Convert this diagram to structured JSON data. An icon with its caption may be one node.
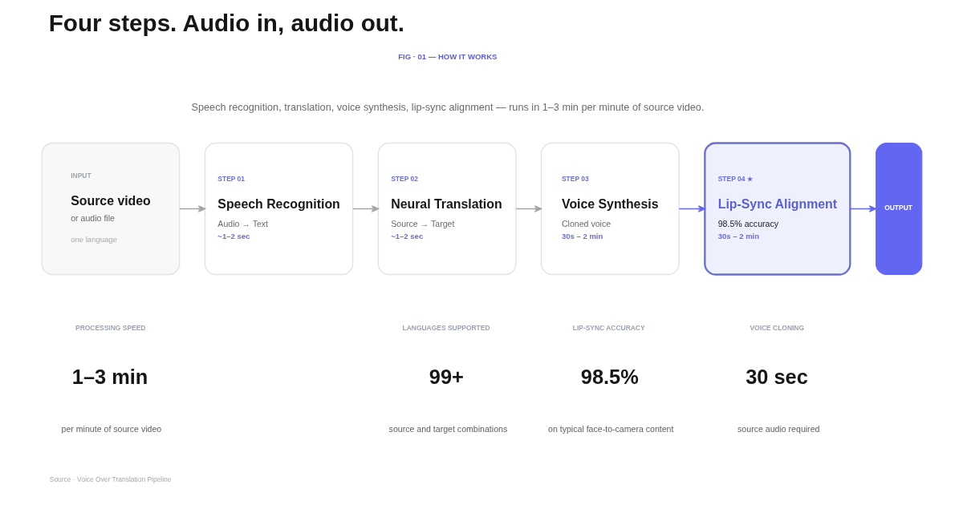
{
  "diagram": {
    "title": "Four steps. Audio in, audio out.",
    "nodes": [
      {
        "text": [
          "INPUT",
          "Source video",
          "or audio file",
          "one language"
        ]
      },
      {
        "text": [
          "STEP 01",
          "Speech Recognition",
          "Audio → Text",
          "~1–2 sec"
        ]
      },
      {
        "text": [
          "STEP 02",
          "Neural Translation",
          "Source → Target",
          "~1–2 sec"
        ]
      },
      {
        "text": [
          "STEP 03",
          "Voice Synthesis",
          "Cloned voice",
          "30s – 2 min"
        ]
      },
      {
        "text": [
          "STEP 04 ★",
          "Lip-Sync Alignment",
          "98.5% accuracy",
          "30s – 2 min"
        ]
      },
      {
        "text": [
          "OUTPUT"
        ]
      }
    ],
    "edges": [
      {
        "from": 0,
        "to": 1,
        "arrow": "to"
      },
      {
        "from": 1,
        "to": 2,
        "arrow": "to"
      },
      {
        "from": 2,
        "to": 3,
        "arrow": "to"
      },
      {
        "from": 3,
        "to": 4,
        "arrow": "to",
        "color": "#6366f1"
      },
      {
        "from": 4,
        "to": 5,
        "arrow": "to",
        "color": "#6366f1"
      }
    ],
    "labels": [
      "FIG · 01 — HOW IT WORKS",
      "Speech recognition, translation, voice synthesis, lip-sync alignment — runs in 1–3 min per minute of source video.",
      "PROCESSING SPEED",
      "1–3 min",
      "per minute of source video",
      "LANGUAGES SUPPORTED",
      "99+",
      "source and target combinations",
      "LIP-SYNC ACCURACY",
      "98.5%",
      "on typical face-to-camera content",
      "VOICE CLONING",
      "30 sec",
      "source audio required",
      "Source · Voice Over Translation Pipeline"
    ]
  }
}
